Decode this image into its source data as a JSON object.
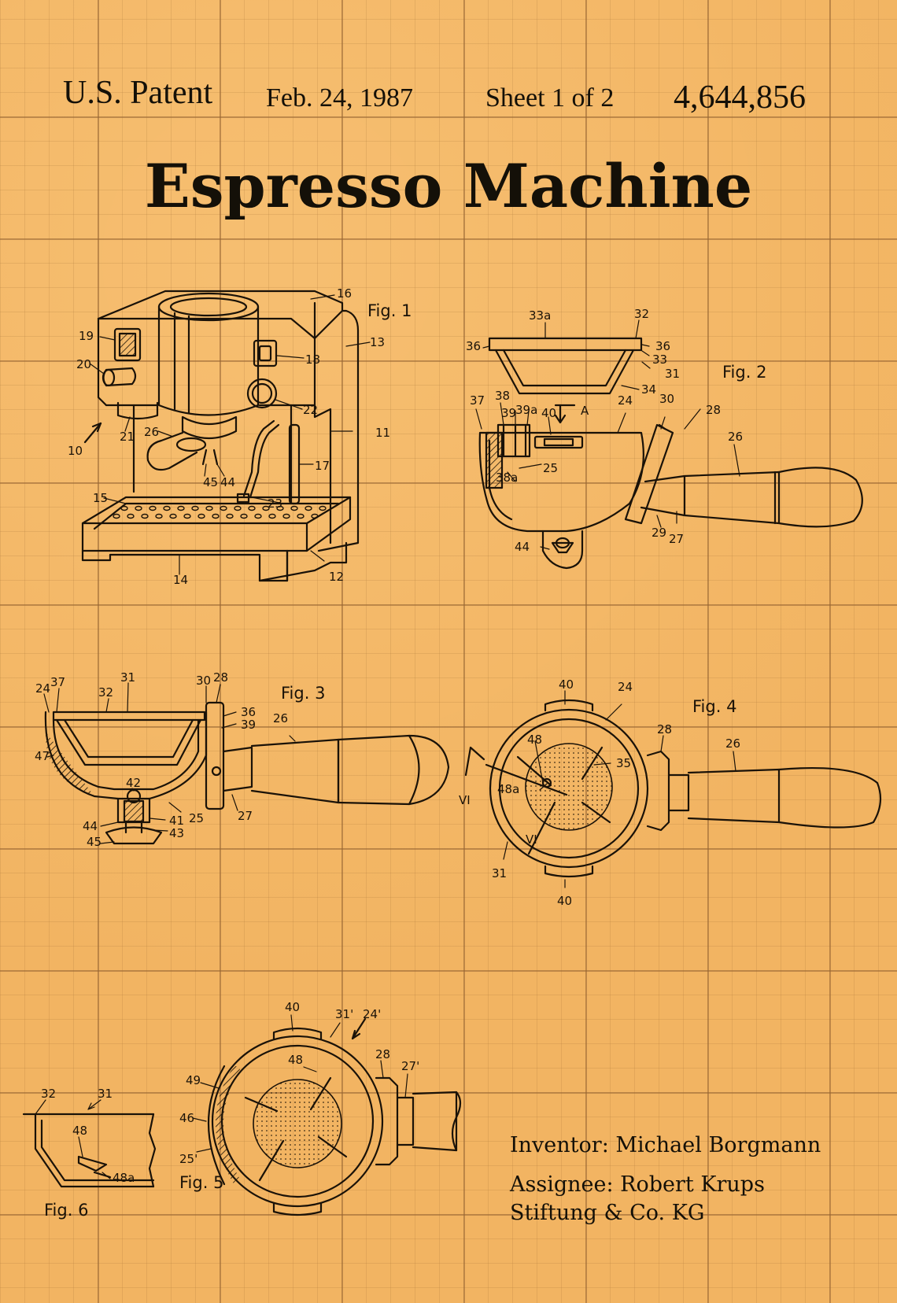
{
  "header": {
    "patent_label": "U.S. Patent",
    "date": "Feb. 24, 1987",
    "sheet": "Sheet 1 of 2",
    "patent_number": "4,644,856"
  },
  "title": "Espresso Machine",
  "figures": {
    "fig1": {
      "caption": "Fig. 1",
      "labels": [
        "16",
        "13",
        "11",
        "12",
        "14",
        "15",
        "19",
        "20",
        "10",
        "21",
        "26",
        "45",
        "44",
        "23",
        "17",
        "22",
        "18"
      ]
    },
    "fig2": {
      "caption": "Fig. 2",
      "labels": [
        "33a",
        "32",
        "36",
        "36",
        "33",
        "31",
        "34",
        "37",
        "38",
        "39",
        "39a",
        "40",
        "A",
        "24",
        "30",
        "28",
        "26",
        "25",
        "38a",
        "29",
        "27",
        "44"
      ]
    },
    "fig3": {
      "caption": "Fig. 3",
      "labels": [
        "24",
        "37",
        "32",
        "31",
        "30",
        "28",
        "36",
        "39",
        "26",
        "47",
        "42",
        "25",
        "27",
        "44",
        "41",
        "43",
        "45"
      ]
    },
    "fig4": {
      "caption": "Fig. 4",
      "labels": [
        "40",
        "24",
        "28",
        "26",
        "48",
        "35",
        "48a",
        "VI",
        "VI",
        "31",
        "40"
      ]
    },
    "fig5": {
      "caption": "Fig. 5",
      "labels": [
        "40",
        "31'",
        "24'",
        "48",
        "28",
        "27'",
        "49",
        "46",
        "25'"
      ]
    },
    "fig6": {
      "caption": "Fig. 6",
      "labels": [
        "32",
        "31",
        "48",
        "48a"
      ]
    }
  },
  "credits": {
    "inventor": "Inventor: Michael Borgmann",
    "assignee_line1": "Assignee: Robert Krups",
    "assignee_line2": "Stiftung & Co. KG"
  }
}
